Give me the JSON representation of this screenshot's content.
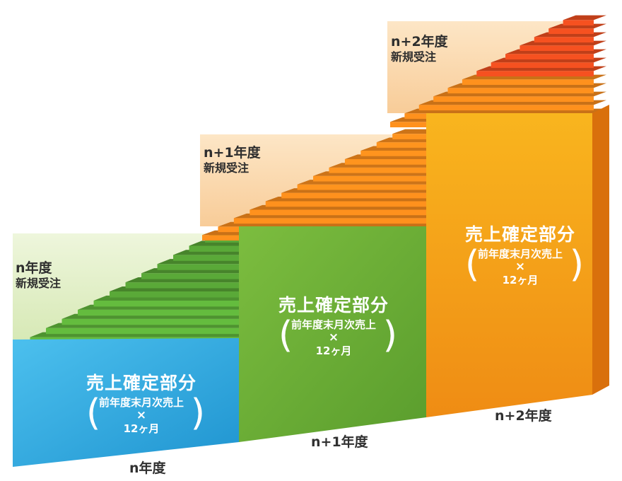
{
  "colors": {
    "blue_front": "#33aee3",
    "green_front": "#6fb33a",
    "orange_front": "#f4a01c",
    "green_stair": "#5fb33b",
    "orange_stair": "#f58a1c",
    "red_stair": "#ea4d1e",
    "pale_green": "#e3efc9",
    "pale_orange_1": "#fbd9ad",
    "pale_orange_2": "#f9d1a3"
  },
  "blocks": [
    {
      "title": "売上確定部分",
      "formula": "前年度末月次売上",
      "times": "×",
      "months": "12ヶ月",
      "year_label": "n年度",
      "new_orders": {
        "year": "n年度",
        "label": "新規受注"
      }
    },
    {
      "title": "売上確定部分",
      "formula": "前年度末月次売上",
      "times": "×",
      "months": "12ヶ月",
      "year_label": "n+1年度",
      "new_orders": {
        "year": "n+1年度",
        "label": "新規受注"
      }
    },
    {
      "title": "売上確定部分",
      "formula": "前年度末月次売上",
      "times": "×",
      "months": "12ヶ月",
      "year_label": "n+2年度",
      "new_orders": {
        "year": "n+2年度",
        "label": "新規受注"
      }
    }
  ]
}
